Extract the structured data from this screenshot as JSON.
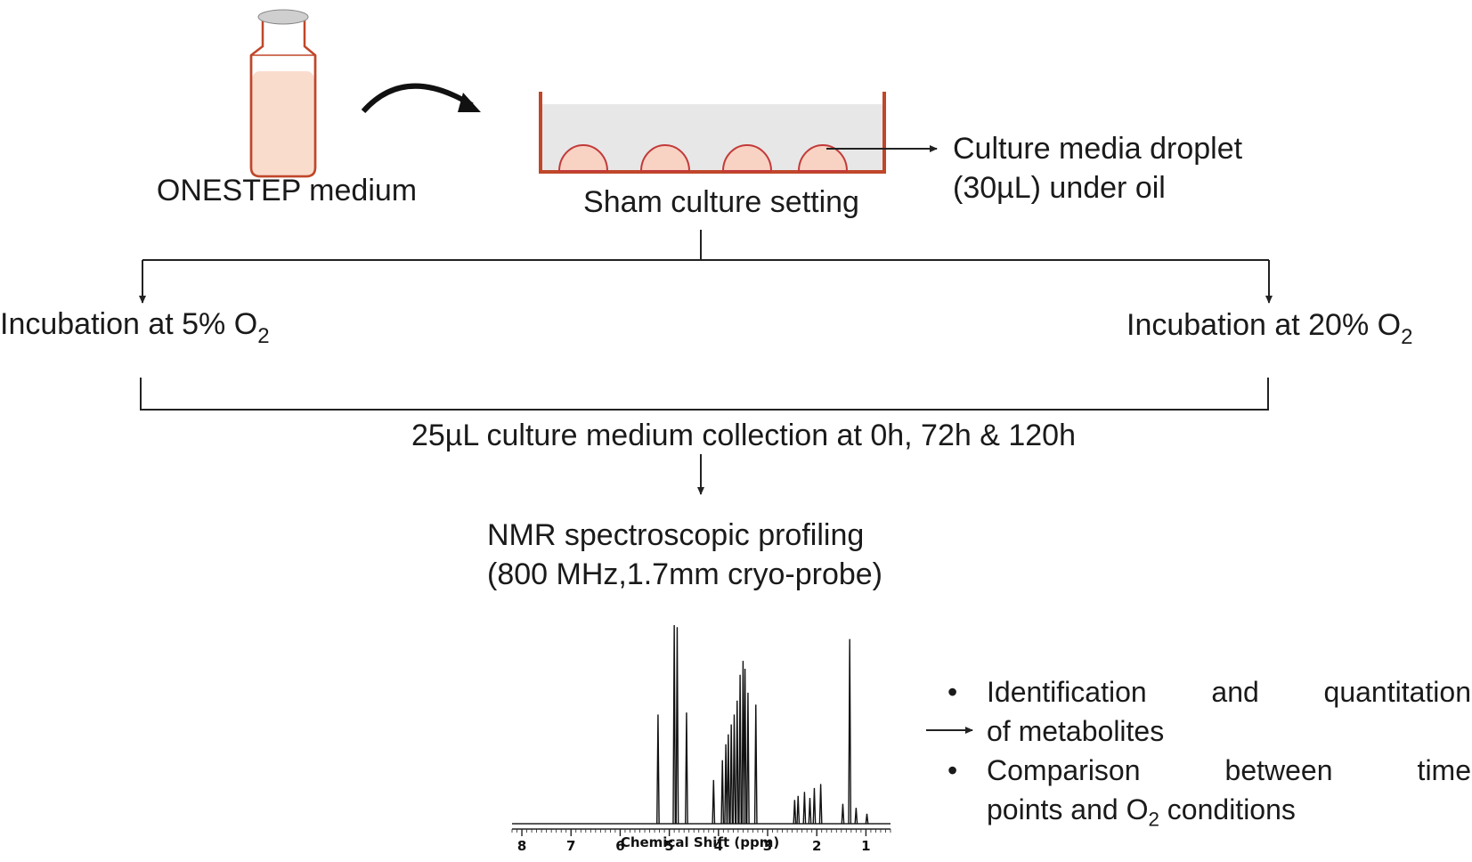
{
  "labels": {
    "medium": "ONESTEP medium",
    "sham": "Sham culture setting",
    "droplet_line1": "Culture media  droplet",
    "droplet_line2": "(30µL) under oil",
    "incubation_left_prefix": "Incubation at 5% O",
    "incubation_right_prefix": "Incubation at 20% O",
    "o2_subscript": "2",
    "collection": "25µL culture medium collection at 0h, 72h & 120h",
    "nmr_line1": "NMR spectroscopic profiling",
    "nmr_line2": "(800 MHz,1.7mm cryo-probe)"
  },
  "spectrum": {
    "xlabel": "Chemical Shift (ppm)",
    "ticks": [
      "8",
      "7",
      "6",
      "5",
      "4",
      "3",
      "2",
      "1"
    ],
    "tick_values": [
      8,
      7,
      6,
      5,
      4,
      3,
      2,
      1
    ],
    "xlim": [
      8.2,
      0.5
    ],
    "peaks": [
      {
        "ppm": 5.23,
        "h": 0.55
      },
      {
        "ppm": 4.9,
        "h": 1.0
      },
      {
        "ppm": 4.84,
        "h": 0.99
      },
      {
        "ppm": 4.65,
        "h": 0.56
      },
      {
        "ppm": 4.1,
        "h": 0.22
      },
      {
        "ppm": 3.92,
        "h": 0.32
      },
      {
        "ppm": 3.85,
        "h": 0.4
      },
      {
        "ppm": 3.8,
        "h": 0.45
      },
      {
        "ppm": 3.74,
        "h": 0.5
      },
      {
        "ppm": 3.68,
        "h": 0.55
      },
      {
        "ppm": 3.62,
        "h": 0.62
      },
      {
        "ppm": 3.56,
        "h": 0.75
      },
      {
        "ppm": 3.5,
        "h": 0.82
      },
      {
        "ppm": 3.46,
        "h": 0.78
      },
      {
        "ppm": 3.4,
        "h": 0.66
      },
      {
        "ppm": 3.24,
        "h": 0.6
      },
      {
        "ppm": 2.45,
        "h": 0.12
      },
      {
        "ppm": 2.38,
        "h": 0.14
      },
      {
        "ppm": 2.25,
        "h": 0.16
      },
      {
        "ppm": 2.14,
        "h": 0.13
      },
      {
        "ppm": 2.05,
        "h": 0.18
      },
      {
        "ppm": 1.92,
        "h": 0.2
      },
      {
        "ppm": 1.47,
        "h": 0.1
      },
      {
        "ppm": 1.33,
        "h": 0.93
      },
      {
        "ppm": 1.2,
        "h": 0.08
      },
      {
        "ppm": 0.98,
        "h": 0.05
      }
    ]
  },
  "bullets": {
    "item1_line1": "Identification  and  quantitation",
    "item1_line2": "of metabolites",
    "item2_line1": "Comparison   between   time",
    "item2_line2_prefix": "points and O",
    "item2_line2_suffix": " conditions",
    "bullet_symbol": "•"
  },
  "colors": {
    "vessel_outline": "#c0472a",
    "medium_fill": "#fadccd",
    "cap_fill": "#cfcfcf",
    "dish_fill": "#e7e7e7",
    "droplet_stroke": "#c23a3a",
    "droplet_fill": "#f8d2c2",
    "line": "#222222"
  },
  "icons": {
    "flow_arrow": "curved-arrow-icon"
  }
}
